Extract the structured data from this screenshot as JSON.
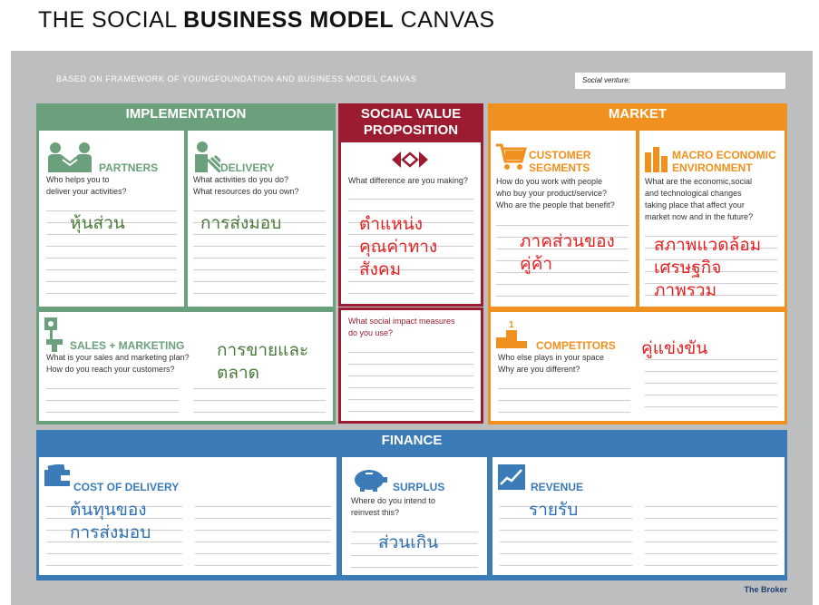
{
  "title": {
    "pre": "THE SOCIAL ",
    "bold": "BUSINESS MODEL",
    "post": " CANVAS"
  },
  "subtitle": "BASED ON FRAMEWORK OF YOUNGFOUNDATION AND BUSINESS MODEL CANVAS",
  "venture_label": "Social venture:",
  "credit": "The Broker",
  "colors": {
    "implementation": "#6aa07c",
    "social_value": "#9b1b30",
    "market": "#f0901e",
    "finance": "#3a7bb8",
    "handwriting_red": "#e52020"
  },
  "sections": {
    "implementation": "IMPLEMENTATION",
    "social_value_1": "SOCIAL VALUE",
    "social_value_2": "PROPOSITION",
    "market": "MARKET",
    "finance": "FINANCE"
  },
  "partners": {
    "label": "PARTNERS",
    "q1": "Who helps you to",
    "q2": "deliver your activities?",
    "note": "หุ้นส่วน",
    "icon": "handshake-icon"
  },
  "delivery": {
    "label": "DELIVERY",
    "q1": "What activities do you do?",
    "q2": "What resources do you own?",
    "note": "การส่งมอบ",
    "icon": "worker-icon"
  },
  "sales": {
    "label": "SALES + MARKETING",
    "q1": "What is your sales and marketing plan?",
    "q2": "How do you reach your customers?",
    "note1": "การขายและ",
    "note2": "ตลาด",
    "icon": "person-sign-icon"
  },
  "social_value": {
    "q1": "What difference are you making?",
    "note1": "ตำแหน่ง",
    "note2": "คุณค่าทาง",
    "note3": "สังคม",
    "impact_q1": "What social impact measures",
    "impact_q2": "do you use?",
    "icon": "arrows-icon"
  },
  "customer": {
    "label1": "CUSTOMER",
    "label2": "SEGMENTS",
    "q1": "How do you work with people",
    "q2": "who buy your product/service?",
    "q3": "Who are the people that benefit?",
    "note1": "ภาคส่วนของ",
    "note2": "คู่ค้า",
    "icon": "cart-icon"
  },
  "macro": {
    "label1": "MACRO ECONOMIC",
    "label2": "ENVIRONMENT",
    "q1": "What are the economic,social",
    "q2": "and technological changes",
    "q3": "taking place that affect your",
    "q4": "market now and in the future?",
    "note1": "สภาพแวดล้อม",
    "note2": "เศรษฐกิจ",
    "note3": "ภาพรวม",
    "icon": "buildings-icon"
  },
  "competitors": {
    "label": "COMPETITORS",
    "q1": "Who else plays in your space",
    "q2": "Why are you different?",
    "note": "คู่แข่งขัน",
    "icon": "podium-icon",
    "podium": "1"
  },
  "cost": {
    "label": "COST OF DELIVERY",
    "note1": "ต้นทุนของ",
    "note2": "การส่งมอบ",
    "icon": "wallet-icon"
  },
  "surplus": {
    "label": "SURPLUS",
    "q1": "Where do you intend to",
    "q2": "reinvest this?",
    "note": "ส่วนเกิน",
    "icon": "piggy-bank-icon"
  },
  "revenue": {
    "label": "REVENUE",
    "note": "รายรับ",
    "icon": "chart-up-icon"
  }
}
